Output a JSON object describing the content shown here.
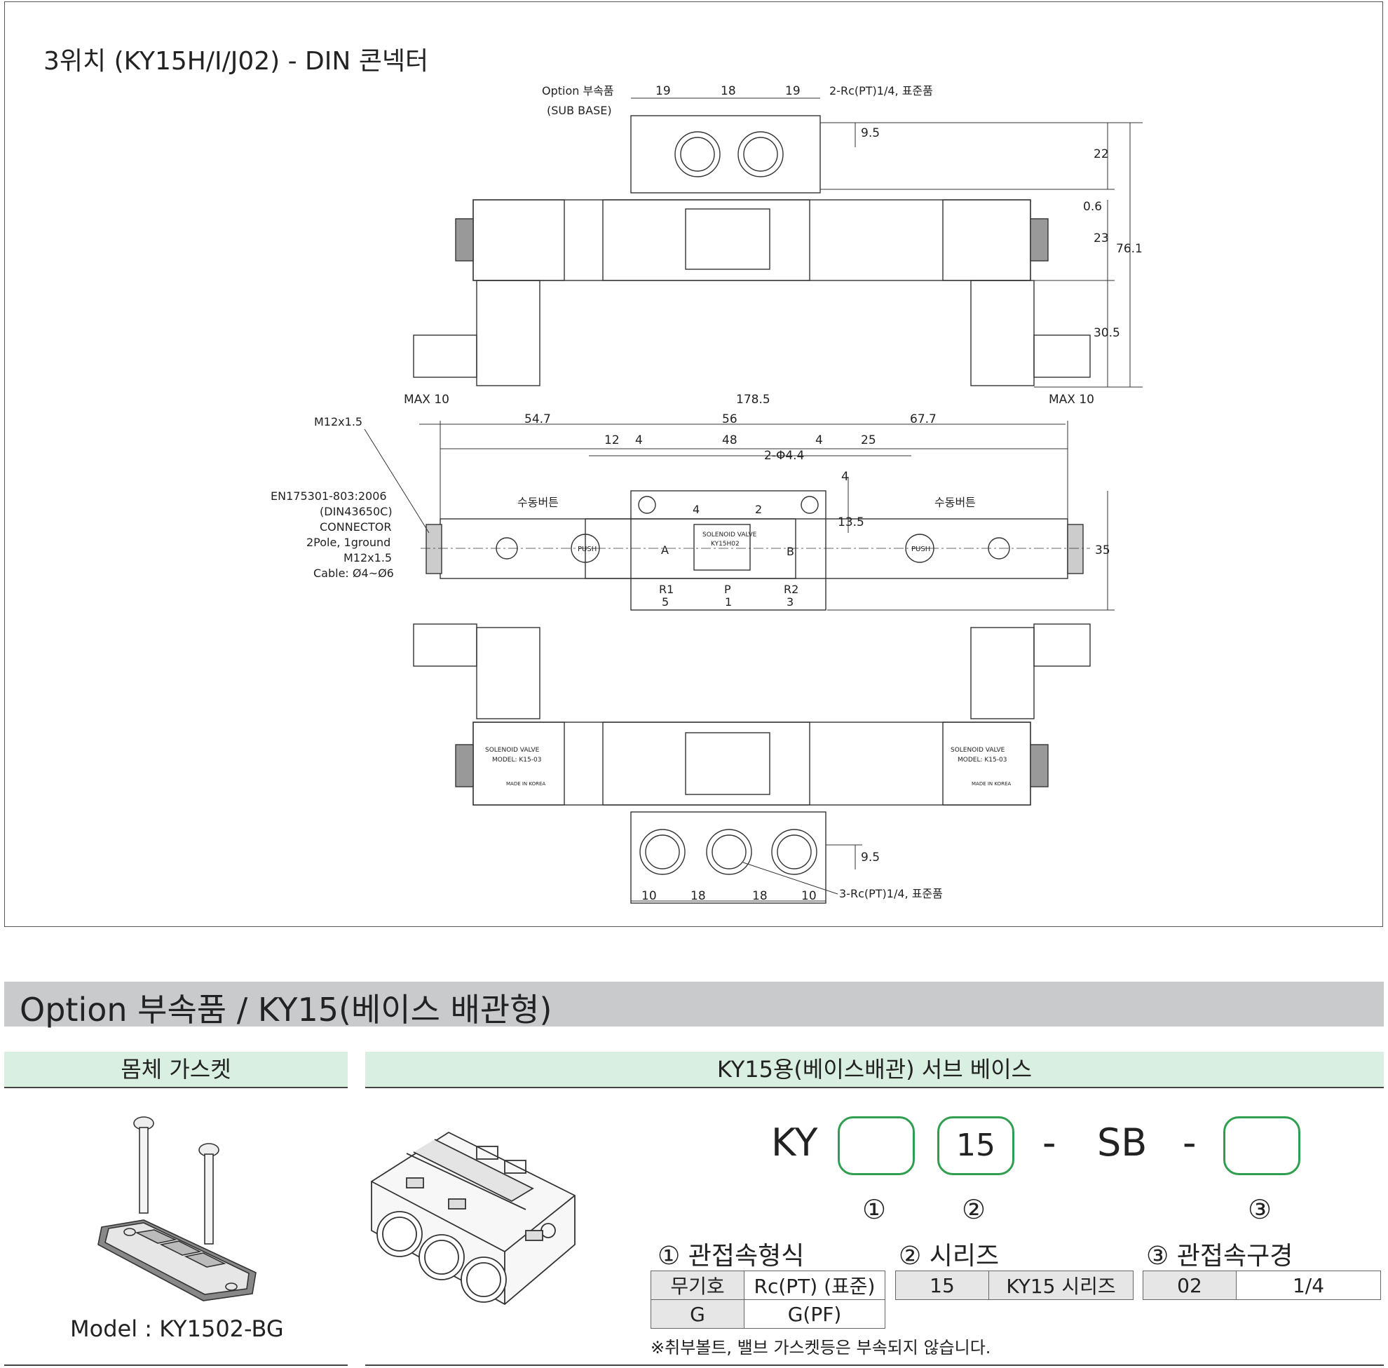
{
  "drawing": {
    "title": "3위치 (KY15H/I/J02) - DIN 콘넥터",
    "top_view": {
      "option_label_1": "Option 부속품",
      "option_label_2": "(SUB BASE)",
      "port_note": "2-Rc(PT)1/4, 표준품",
      "dim_19a": "19",
      "dim_18": "18",
      "dim_19b": "19",
      "dim_9_5": "9.5",
      "dim_22": "22",
      "dim_0_6": "0.6",
      "dim_23": "23",
      "dim_30_5": "30.5",
      "dim_76_1": "76.1"
    },
    "side_view": {
      "max_left": "MAX 10",
      "max_right": "MAX 10",
      "overall": "178.5",
      "d54_7": "54.7",
      "d56": "56",
      "d67_7": "67.7",
      "d12": "12",
      "d4a": "4",
      "d48": "48",
      "d4b": "4",
      "d25": "25",
      "hole": "2-Φ4.4",
      "v4": "4",
      "v13_5": "13.5",
      "v35": "35",
      "thread": "M12x1.5",
      "conn_1": "EN175301-803:2006",
      "conn_2": "(DIN43650C)",
      "conn_3": "CONNECTOR",
      "conn_4": "2Pole, 1ground",
      "conn_5": "M12x1.5",
      "conn_6": "Cable: Ø4~Ø6",
      "manual_l": "수동버튼",
      "manual_r": "수동버튼",
      "port_A": "A",
      "port_B": "B",
      "port_4": "4",
      "port_2": "2",
      "port_R1": "R1",
      "port_5": "5",
      "port_P": "P",
      "port_1": "1",
      "port_R2": "R2",
      "port_3": "3",
      "nameplate_1": "SOLENOID VALVE",
      "nameplate_2": "KY15H02",
      "push_l": "PUSH",
      "push_r": "PUSH"
    },
    "bottom_view": {
      "label_l1": "SOLENOID VALVE",
      "label_l2": "MODEL: K15-03",
      "label_l3": "MADE IN KOREA",
      "label_r1": "SOLENOID VALVE",
      "label_r2": "MODEL: K15-03",
      "label_r3": "MADE IN KOREA",
      "d10a": "10",
      "d18a": "18",
      "d18b": "18",
      "d10b": "10",
      "d9_5": "9.5",
      "port_note": "3-Rc(PT)1/4, 표준품"
    }
  },
  "option_section": {
    "title": "Option 부속품 / KY15(베이스 배관형)",
    "left_header": "몸체 가스켓",
    "right_header": "KY15용(베이스배관) 서브 베이스",
    "gasket_model": "Model : KY1502-BG",
    "code": {
      "prefix": "KY",
      "box2": "15",
      "dash1": "-",
      "sb": "SB",
      "dash2": "-",
      "mark1": "①",
      "mark2": "②",
      "mark3": "③"
    },
    "t1": {
      "title": "① 관접속형식",
      "h1": "무기호",
      "h2": "Rc(PT) (표준)",
      "r1": "G",
      "r2": "G(PF)"
    },
    "t2": {
      "title": "② 시리즈",
      "c1": "15",
      "c2": "KY15 시리즈"
    },
    "t3": {
      "title": "③ 관접속구경",
      "c1": "02",
      "c2": "1/4"
    },
    "note": "※취부볼트, 밸브 가스켓등은 부속되지 않습니다."
  },
  "colors": {
    "accent_green": "#2f9e4f",
    "header_bg": "#d9efe1",
    "section_bg": "#c9cacb"
  }
}
